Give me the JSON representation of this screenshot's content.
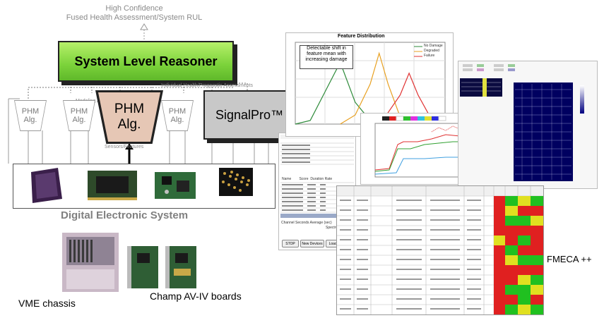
{
  "top_caption": {
    "line1": "High Confidence",
    "line2": "Fused Health Assessment/System RUL"
  },
  "reasoner": {
    "label": "System Level Reasoner"
  },
  "assessments_caption": "Individual Health/Prognostic Assessments",
  "modeling_caption": "Modeling A",
  "sensors_caption": "Sensors/Features",
  "phm_small": {
    "line1": "PHM",
    "line2": "Alg."
  },
  "phm_big": {
    "line1": "PHM",
    "line2": "Alg."
  },
  "signalpro": {
    "label": "SignalPro™"
  },
  "des_label": "Digital Electronic System",
  "vme_label": "VME chassis",
  "champ_label": "Champ AV-IV boards",
  "fmeca_label": "FMECA ++",
  "feature_panel": {
    "title": "Feature Distribution",
    "annotation": [
      "Detectable shift in",
      "feature mean with",
      "increasing damage"
    ],
    "legend": [
      "No Damage",
      "Degraded",
      "Failure"
    ],
    "colors": {
      "no_damage": "#2e8b3a",
      "degraded": "#e8a020",
      "failure": "#e03030"
    }
  },
  "data_list": {
    "header": [
      "Name",
      "Score",
      "Duration",
      "Rate"
    ],
    "buttons": [
      "STOP",
      "New Devices",
      "Load Index"
    ],
    "channel_label": "Channel  Seconds  Average (sec)",
    "spectrum_label": "Spectrum"
  },
  "chart_data": {
    "type": "line",
    "title": "Feature Distribution",
    "series": [
      {
        "name": "No Damage",
        "x": [
          0,
          5,
          10,
          15,
          20,
          25,
          30
        ],
        "values": [
          0,
          0.02,
          0.18,
          0.34,
          0.12,
          0.02,
          0
        ]
      },
      {
        "name": "Degraded",
        "x": [
          15,
          20,
          25,
          28,
          31,
          35,
          40
        ],
        "values": [
          0,
          0.05,
          0.22,
          0.39,
          0.22,
          0.04,
          0
        ]
      },
      {
        "name": "Failure",
        "x": [
          25,
          30,
          35,
          38,
          41,
          45,
          50
        ],
        "values": [
          0,
          0.04,
          0.16,
          0.28,
          0.16,
          0.04,
          0
        ]
      }
    ]
  }
}
